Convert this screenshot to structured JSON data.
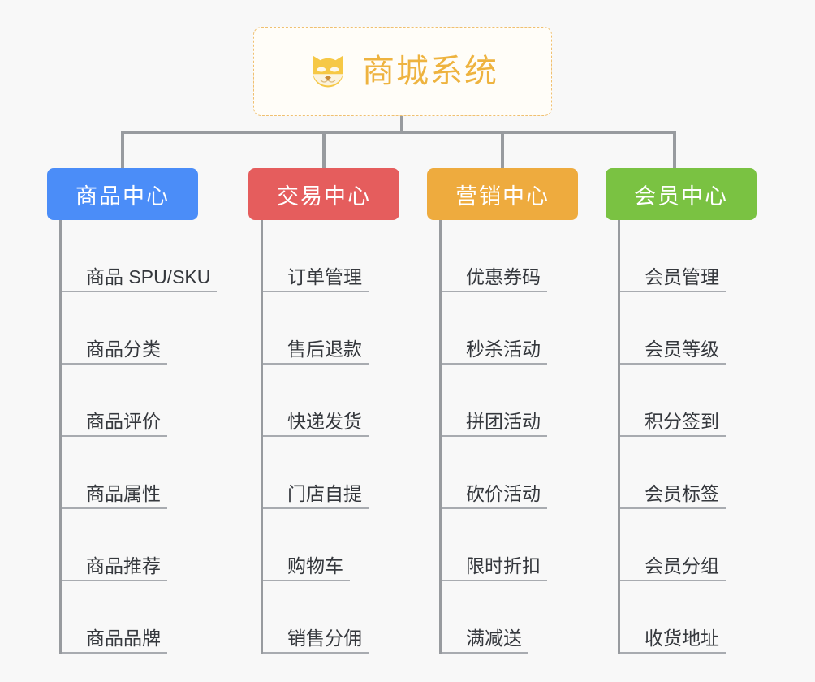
{
  "page": {
    "background_color": "#f8f8f8",
    "connector_color": "#989b9f"
  },
  "root": {
    "title": "商城系统",
    "icon": "shiba-dog-face-icon",
    "border_color": "#f0c070",
    "text_color": "#eeb33f"
  },
  "columns": [
    {
      "category": "商品中心",
      "color": "#4b8df8",
      "items": [
        "商品 SPU/SKU",
        "商品分类",
        "商品评价",
        "商品属性",
        "商品推荐",
        "商品品牌"
      ]
    },
    {
      "category": "交易中心",
      "color": "#e55d5d",
      "items": [
        "订单管理",
        "售后退款",
        "快递发货",
        "门店自提",
        "购物车",
        "销售分佣"
      ]
    },
    {
      "category": "营销中心",
      "color": "#eeab3e",
      "items": [
        "优惠券码",
        "秒杀活动",
        "拼团活动",
        "砍价活动",
        "限时折扣",
        "满减送"
      ]
    },
    {
      "category": "会员中心",
      "color": "#7ac242",
      "items": [
        "会员管理",
        "会员等级",
        "积分签到",
        "会员标签",
        "会员分组",
        "收货地址"
      ]
    }
  ]
}
